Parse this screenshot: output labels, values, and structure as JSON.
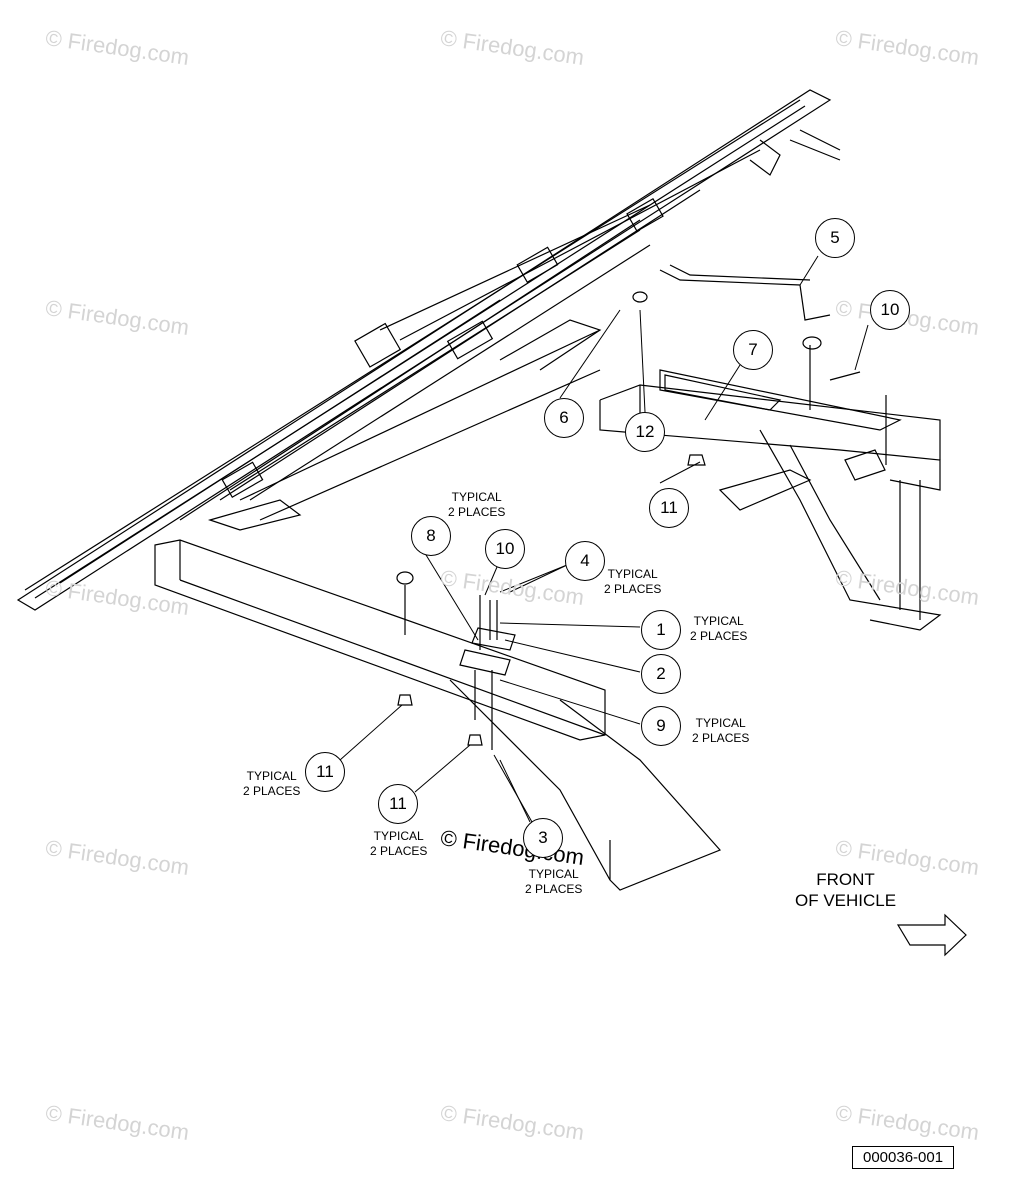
{
  "watermark": "© Firedog.com",
  "center_watermark": "© Firedog.com",
  "callouts": {
    "c1": "1",
    "c2": "2",
    "c3": "3",
    "c4": "4",
    "c5": "5",
    "c6": "6",
    "c7": "7",
    "c8": "8",
    "c9": "9",
    "c10a": "10",
    "c10b": "10",
    "c11a": "11",
    "c11b": "11",
    "c11c": "11",
    "c12": "12"
  },
  "typical": {
    "line1": "TYPICAL",
    "line2": "2 PLACES"
  },
  "front": {
    "line1": "FRONT",
    "line2": "OF VEHICLE"
  },
  "drawing_code": "000036-001",
  "line_color": "#000000",
  "watermark_color": "#d4d4d4"
}
